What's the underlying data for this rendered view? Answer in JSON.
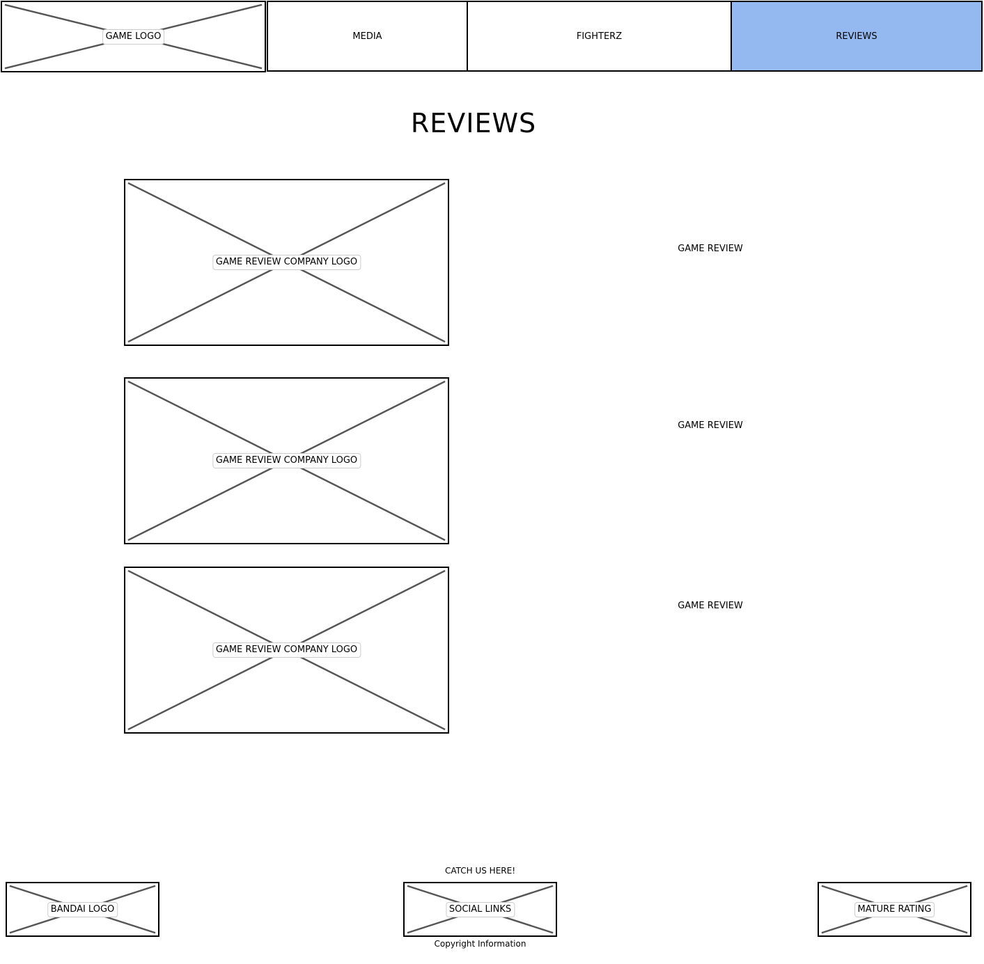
{
  "header": {
    "logo_label": "GAME LOGO",
    "tabs": [
      {
        "label": "MEDIA",
        "active": false
      },
      {
        "label": "FIGHTERZ",
        "active": false
      },
      {
        "label": "REVIEWS",
        "active": true
      }
    ],
    "active_color": "#94b9f1"
  },
  "main": {
    "title": "REVIEWS",
    "reviews": [
      {
        "logo_label": "GAME REVIEW COMPANY LOGO",
        "text": "GAME REVIEW"
      },
      {
        "logo_label": "GAME REVIEW COMPANY LOGO",
        "text": "GAME REVIEW"
      },
      {
        "logo_label": "GAME REVIEW COMPANY LOGO",
        "text": "GAME REVIEW"
      }
    ]
  },
  "footer": {
    "bandai_label": "BANDAI LOGO",
    "catch_us": "CATCH US HERE!",
    "social_label": "SOCIAL LINKS",
    "copyright": "Copyright Information",
    "rating_label": "MATURE RATING"
  }
}
